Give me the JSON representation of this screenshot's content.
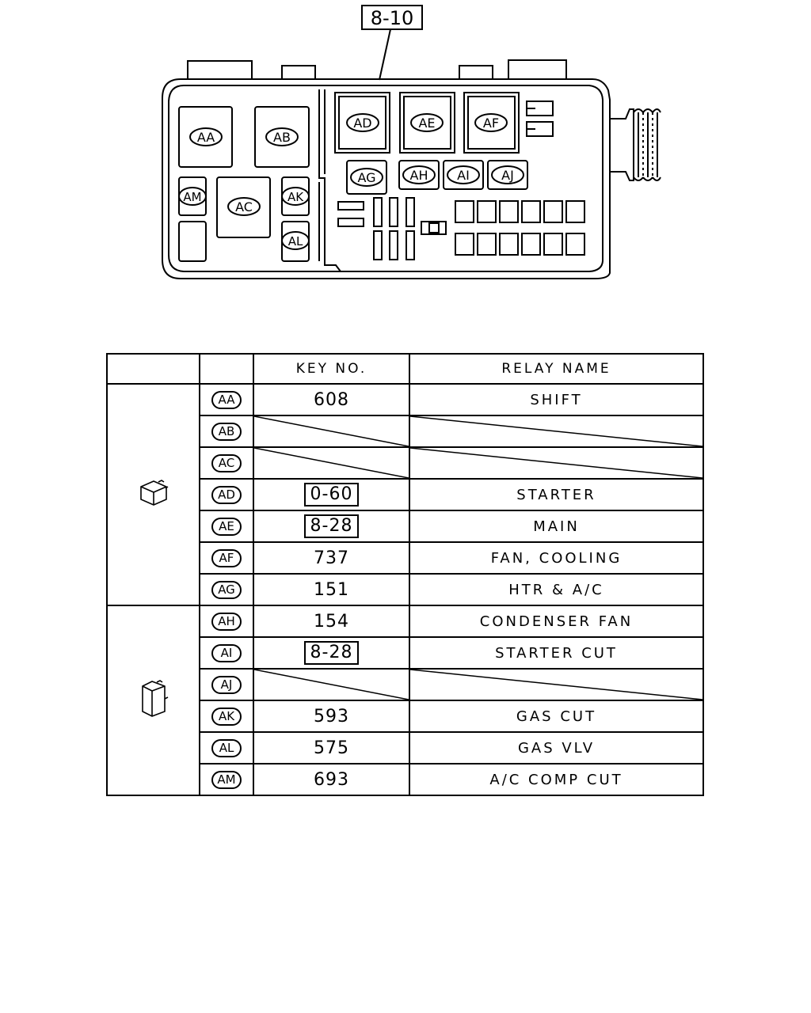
{
  "callout": {
    "label": "8-10"
  },
  "box_labels": {
    "AA": "AA",
    "AB": "AB",
    "AC": "AC",
    "AD": "AD",
    "AE": "AE",
    "AF": "AF",
    "AG": "AG",
    "AH": "AH",
    "AI": "AI",
    "AJ": "AJ",
    "AK": "AK",
    "AL": "AL",
    "AM": "AM"
  },
  "table": {
    "headers": {
      "icon": "",
      "code": "",
      "key": "KEY NO.",
      "name": "RELAY NAME"
    },
    "groups": [
      {
        "icon": "cube-relay-icon",
        "rows": [
          {
            "code": "AA",
            "key": "608",
            "key_boxed": false,
            "name": "SHIFT",
            "blank": false
          },
          {
            "code": "AB",
            "key": "",
            "key_boxed": false,
            "name": "",
            "blank": true
          },
          {
            "code": "AC",
            "key": "",
            "key_boxed": false,
            "name": "",
            "blank": true
          },
          {
            "code": "AD",
            "key": "0-60",
            "key_boxed": true,
            "name": "STARTER",
            "blank": false
          },
          {
            "code": "AE",
            "key": "8-28",
            "key_boxed": true,
            "name": "MAIN",
            "blank": false
          },
          {
            "code": "AF",
            "key": "737",
            "key_boxed": false,
            "name": "FAN, COOLING",
            "blank": false
          },
          {
            "code": "AG",
            "key": "151",
            "key_boxed": false,
            "name": "HTR & A/C",
            "blank": false
          }
        ]
      },
      {
        "icon": "tall-relay-icon",
        "rows": [
          {
            "code": "AH",
            "key": "154",
            "key_boxed": false,
            "name": "CONDENSER FAN",
            "blank": false
          },
          {
            "code": "AI",
            "key": "8-28",
            "key_boxed": true,
            "name": "STARTER CUT",
            "blank": false
          },
          {
            "code": "AJ",
            "key": "",
            "key_boxed": false,
            "name": "",
            "blank": true
          },
          {
            "code": "AK",
            "key": "593",
            "key_boxed": false,
            "name": "GAS CUT",
            "blank": false
          },
          {
            "code": "AL",
            "key": "575",
            "key_boxed": false,
            "name": "GAS VLV",
            "blank": false
          },
          {
            "code": "AM",
            "key": "693",
            "key_boxed": false,
            "name": "A/C COMP CUT",
            "blank": false
          }
        ]
      }
    ]
  }
}
